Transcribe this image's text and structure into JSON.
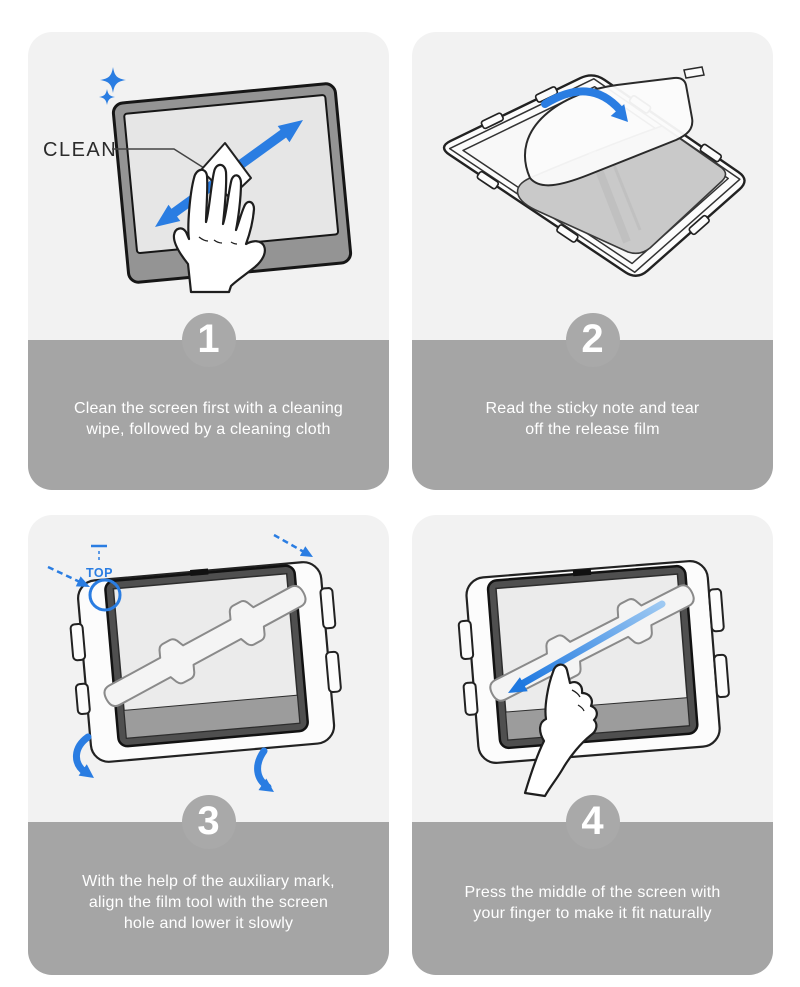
{
  "colors": {
    "accent_blue": "#2a7de2",
    "card_bg": "#f2f2f2",
    "band_bg": "#a5a5a5",
    "badge_bg": "#a9a9a9",
    "caption_text": "#ffffff"
  },
  "labels": {
    "clean": "CLEAN",
    "top": "TOP"
  },
  "steps": [
    {
      "number": "1",
      "illustration": "clean-screen-with-wipe",
      "lines": [
        "Clean the screen first with a cleaning",
        "wipe, followed by a cleaning cloth"
      ]
    },
    {
      "number": "2",
      "illustration": "peel-release-film-from-tray",
      "lines": [
        "Read the sticky note and tear",
        "off the release film"
      ]
    },
    {
      "number": "3",
      "illustration": "align-film-tool-with-screen",
      "lines": [
        "With the help of the auxiliary mark,",
        "align the film tool with the screen",
        "hole and lower it slowly"
      ]
    },
    {
      "number": "4",
      "illustration": "press-middle-of-screen",
      "lines": [
        "Press the middle of the screen with",
        "your finger to make it fit naturally"
      ]
    }
  ]
}
